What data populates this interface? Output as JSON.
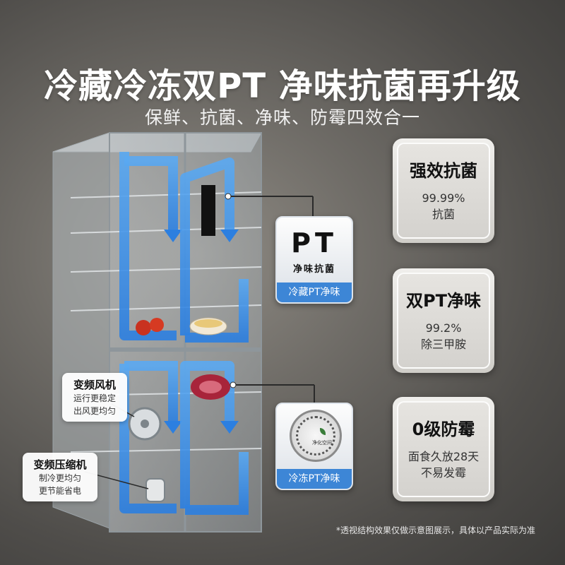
{
  "headline": "冷藏冷冻双PT 净味抗菌再升级",
  "subline": "保鲜、抗菌、净味、防霉四效合一",
  "tags": [
    {
      "title": "变频风机",
      "lines": [
        "运行更稳定",
        "出风更均匀"
      ]
    },
    {
      "title": "变频压缩机",
      "lines": [
        "制冷更均匀",
        "更节能省电"
      ]
    }
  ],
  "modules": [
    {
      "logo": "PT",
      "sub": "净味抗菌",
      "label": "冷藏PT净味"
    },
    {
      "disk_text": "净化空间",
      "label": "冷冻PT净味"
    }
  ],
  "cards": [
    {
      "title": "强效抗菌",
      "lines": [
        "99.99%",
        "抗菌"
      ]
    },
    {
      "title": "双PT净味",
      "lines": [
        "99.2%",
        "除三甲胺"
      ]
    },
    {
      "title": "0级防霉",
      "lines": [
        "面食久放28天",
        "不易发霉"
      ]
    }
  ],
  "footnote": "*透视结构效果仅做示意图展示，具体以产品实际为准",
  "colors": {
    "flow_blue": "#3f9bf0",
    "module_label_bg": "#3d86d6"
  }
}
